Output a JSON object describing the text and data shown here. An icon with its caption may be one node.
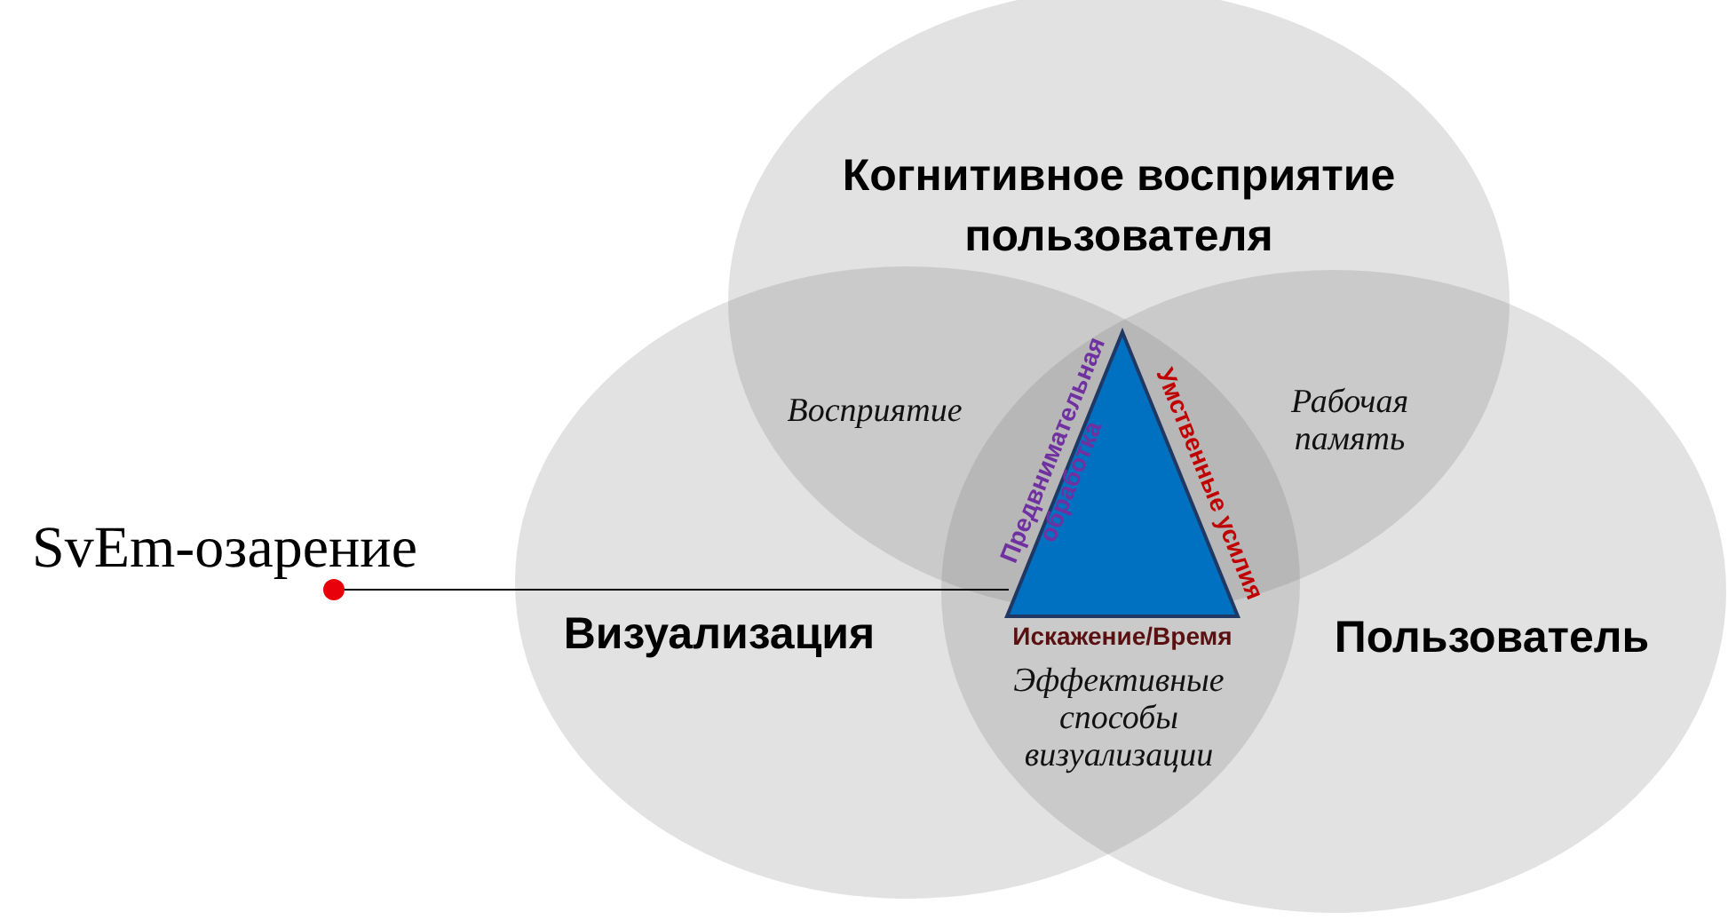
{
  "diagram": {
    "nodes": [
      {
        "text": [
          "Когнитивное восприятие пользователя"
        ]
      },
      {
        "text": [
          "Визуализация"
        ]
      },
      {
        "text": [
          "Пользователь"
        ]
      },
      {
        "text": [],
        "shape": "triangle",
        "beside": [
          "Предвнимательная обработка",
          "Умственные усилия",
          "Искажение/Время"
        ]
      },
      {
        "text": [
          "SvEm-озарение"
        ]
      }
    ],
    "edges": [
      {
        "from": 4,
        "to": 3,
        "arrow": "other"
      }
    ],
    "labels": [
      "Восприятие",
      "Рабочая память",
      "Эффективные способы визуализации"
    ]
  }
}
